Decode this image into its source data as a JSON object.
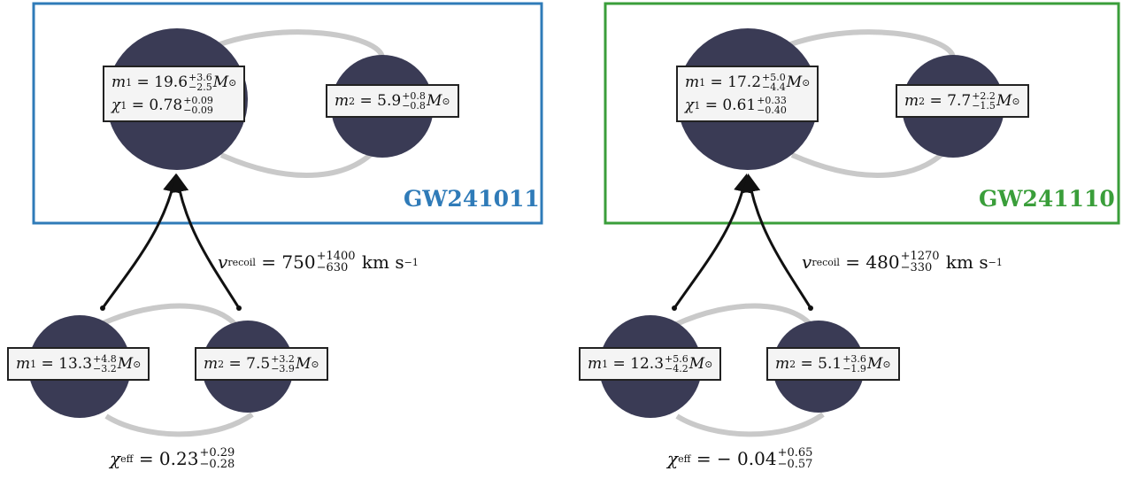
{
  "colors": {
    "left_frame": "#2f7bb8",
    "right_frame": "#3a9e3a",
    "black_hole": "#3a3b55",
    "orbit": "#c9c9c9",
    "label_bg": "#f4f4f4"
  },
  "left": {
    "event": "GW241011",
    "remnant": {
      "m1": {
        "sym": "m",
        "sub": "1",
        "eq": "= 19.6",
        "up": "+3.6",
        "lo": "−2.5",
        "unit": "M",
        "unit_sub": "⊙"
      },
      "chi1": {
        "sym": "χ",
        "sub": "1",
        "eq": "= 0.78",
        "up": "+0.09",
        "lo": "−0.09"
      },
      "m2": {
        "sym": "m",
        "sub": "2",
        "eq": "= 5.9",
        "up": "+0.8",
        "lo": "−0.8",
        "unit": "M",
        "unit_sub": "⊙"
      }
    },
    "recoil": {
      "sym": "v",
      "sub": "recoil",
      "eq": "= 750",
      "up": "+1400",
      "lo": "−630",
      "unit": "km s",
      "unit_sup": "−1"
    },
    "progenitor": {
      "m1": {
        "sym": "m",
        "sub": "1",
        "eq": "= 13.3",
        "up": "+4.8",
        "lo": "−3.2",
        "unit": "M",
        "unit_sub": "⊙"
      },
      "m2": {
        "sym": "m",
        "sub": "2",
        "eq": "= 7.5",
        "up": "+3.2",
        "lo": "−3.9",
        "unit": "M",
        "unit_sub": "⊙"
      }
    },
    "chi_eff": {
      "sym": "χ",
      "sub": "eff",
      "eq": "= 0.23",
      "up": "+0.29",
      "lo": "−0.28"
    }
  },
  "right": {
    "event": "GW241110",
    "remnant": {
      "m1": {
        "sym": "m",
        "sub": "1",
        "eq": "= 17.2",
        "up": "+5.0",
        "lo": "−4.4",
        "unit": "M",
        "unit_sub": "⊙"
      },
      "chi1": {
        "sym": "χ",
        "sub": "1",
        "eq": "= 0.61",
        "up": "+0.33",
        "lo": "−0.40"
      },
      "m2": {
        "sym": "m",
        "sub": "2",
        "eq": "= 7.7",
        "up": "+2.2",
        "lo": "−1.5",
        "unit": "M",
        "unit_sub": "⊙"
      }
    },
    "recoil": {
      "sym": "v",
      "sub": "recoil",
      "eq": "= 480",
      "up": "+1270",
      "lo": "−330",
      "unit": "km s",
      "unit_sup": "−1"
    },
    "progenitor": {
      "m1": {
        "sym": "m",
        "sub": "1",
        "eq": "= 12.3",
        "up": "+5.6",
        "lo": "−4.2",
        "unit": "M",
        "unit_sub": "⊙"
      },
      "m2": {
        "sym": "m",
        "sub": "2",
        "eq": "= 5.1",
        "up": "+3.6",
        "lo": "−1.9",
        "unit": "M",
        "unit_sub": "⊙"
      }
    },
    "chi_eff": {
      "sym": "χ",
      "sub": "eff",
      "eq": "= − 0.04",
      "up": "+0.65",
      "lo": "−0.57"
    }
  }
}
